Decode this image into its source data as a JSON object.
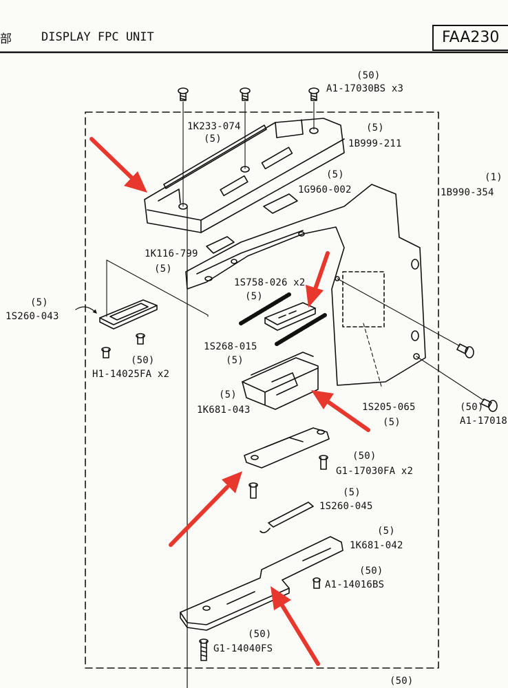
{
  "header": {
    "kanji": "部",
    "title": "DISPLAY FPC UNIT",
    "code": "FAA230"
  },
  "parts": [
    {
      "name": "qty-screw-top",
      "text": "(50)"
    },
    {
      "name": "part-a1-17030bs",
      "text": "A1-17030BS  x3"
    },
    {
      "name": "part-1k233-074",
      "text": "1K233-074"
    },
    {
      "name": "qty-1k233-074",
      "text": "(5)"
    },
    {
      "name": "qty-1b999-211",
      "text": "(5)"
    },
    {
      "name": "part-1b999-211",
      "text": "1B999-211"
    },
    {
      "name": "qty-1g960-002",
      "text": "(5)"
    },
    {
      "name": "part-1g960-002",
      "text": "1G960-002"
    },
    {
      "name": "qty-1b990-354",
      "text": "(1)"
    },
    {
      "name": "part-1b990-354",
      "text": "1B990-354"
    },
    {
      "name": "part-1k116-799",
      "text": "1K116-799"
    },
    {
      "name": "qty-1k116-799",
      "text": "(5)"
    },
    {
      "name": "part-1s758-026",
      "text": "1S758-026 x2"
    },
    {
      "name": "qty-1s758-026",
      "text": "(5)"
    },
    {
      "name": "qty-1s260-043",
      "text": "(5)"
    },
    {
      "name": "part-1s260-043",
      "text": "1S260-043"
    },
    {
      "name": "part-1s268-015",
      "text": "1S268-015"
    },
    {
      "name": "qty-1s268-015",
      "text": "(5)"
    },
    {
      "name": "qty-h1-14025fa",
      "text": "(50)"
    },
    {
      "name": "part-h1-14025fa",
      "text": "H1-14025FA  x2"
    },
    {
      "name": "qty-1k681-043",
      "text": "(5)"
    },
    {
      "name": "part-1k681-043",
      "text": "1K681-043"
    },
    {
      "name": "part-1s205-065",
      "text": "1S205-065"
    },
    {
      "name": "qty-1s205-065",
      "text": "(5)"
    },
    {
      "name": "qty-a1-17018",
      "text": "(50)"
    },
    {
      "name": "part-a1-17018",
      "text": "A1-17018"
    },
    {
      "name": "qty-g1-17030fa",
      "text": "(50)"
    },
    {
      "name": "part-g1-17030fa",
      "text": "G1-17030FA  x2"
    },
    {
      "name": "qty-1s260-045",
      "text": "(5)"
    },
    {
      "name": "part-1s260-045",
      "text": "1S260-045"
    },
    {
      "name": "qty-1k681-042",
      "text": "(5)"
    },
    {
      "name": "part-1k681-042",
      "text": "1K681-042"
    },
    {
      "name": "qty-a1-14016bs",
      "text": "(50)"
    },
    {
      "name": "part-a1-14016bs",
      "text": "A1-14016BS"
    },
    {
      "name": "qty-g1-14040fs",
      "text": "(50)"
    },
    {
      "name": "part-g1-14040fs",
      "text": "G1-14040FS"
    },
    {
      "name": "qty-bottom",
      "text": "(50)"
    }
  ],
  "colors": {
    "ink": "#111111",
    "arrow": "#e8372c"
  }
}
